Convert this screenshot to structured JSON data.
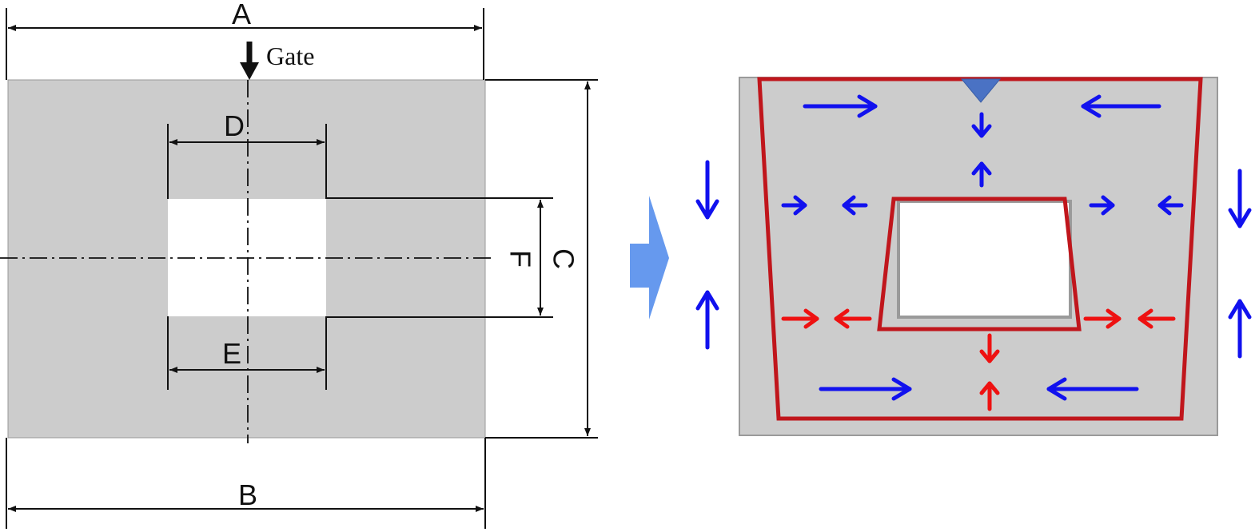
{
  "left_drawing": {
    "dimension_labels": {
      "a": "A",
      "b": "B",
      "c": "C",
      "d": "D",
      "e": "E",
      "f": "F"
    },
    "gate_label": "Gate"
  },
  "colors": {
    "part_fill": "#cccccc",
    "line": "#111111",
    "shrink_outline": "#c0161c",
    "arrow_blue": "#1111ee",
    "arrow_red": "#ee1111",
    "gate_marker": "#4a72c4",
    "transition_arrow": "#6699ee"
  }
}
